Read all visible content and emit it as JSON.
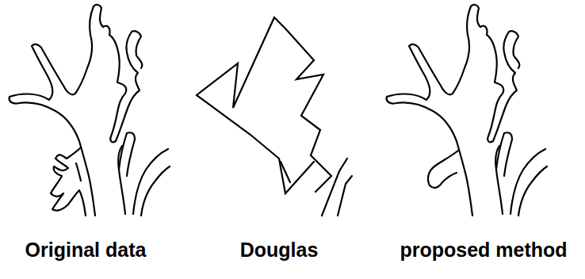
{
  "diagram": {
    "labels": [
      "Original data",
      "Douglas",
      "proposed method"
    ]
  }
}
